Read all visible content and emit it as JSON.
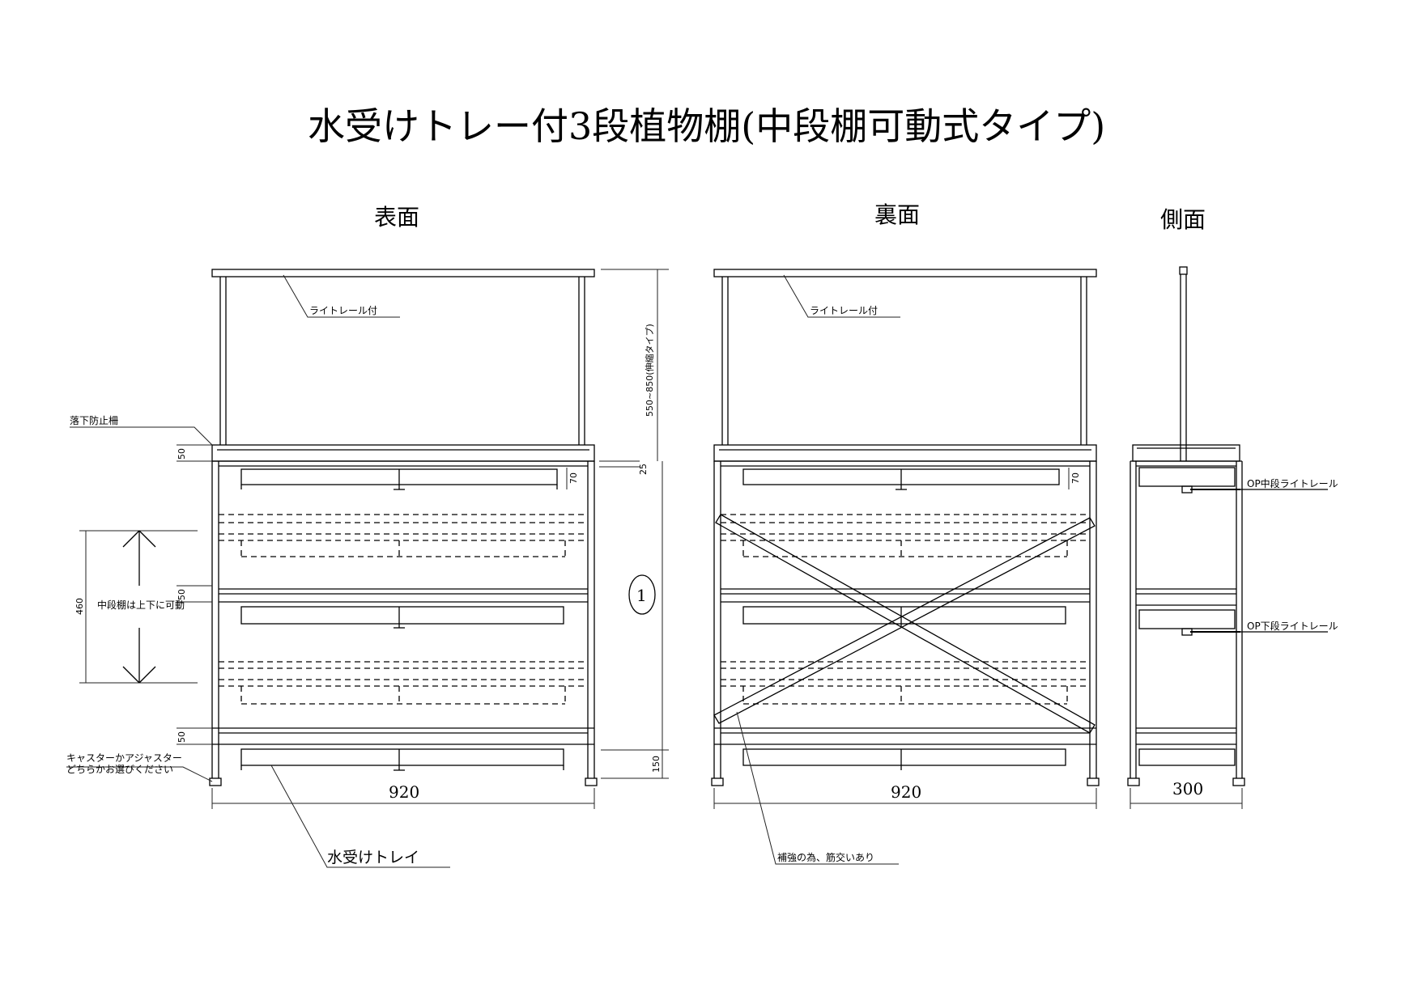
{
  "title": "水受けトレー付3段植物棚(中段棚可動式タイプ)",
  "views": {
    "front": {
      "label": "表面",
      "width_dim": "920"
    },
    "back": {
      "label": "裏面",
      "width_dim": "920"
    },
    "side": {
      "label": "側面",
      "width_dim": "300"
    }
  },
  "annotations": {
    "light_rail_front": "ライトレール付",
    "light_rail_back": "ライトレール付",
    "fall_guard": "落下防止柵",
    "caster_line1": "キャスターかアジャスター",
    "caster_line2": "どちらかお選びください",
    "middle_movable": "中段棚は上下に可動",
    "water_tray": "水受けトレイ",
    "bracing": "補強の為、筋交いあり",
    "op_middle_rail": "OP中段ライトレール",
    "op_lower_rail": "OP下段ライトレール"
  },
  "dimensions": {
    "light_height": "550~850(伸縮タイプ)",
    "gap_top": "25",
    "fence_50_top": "50",
    "fence_50_mid": "50",
    "fence_50_low": "50",
    "tray_70_front": "70",
    "tray_70_back": "70",
    "movable_range": "460",
    "bottom_150": "150"
  },
  "marker": {
    "item_number": "1"
  },
  "colors": {
    "line": "#000000",
    "background": "#ffffff"
  }
}
